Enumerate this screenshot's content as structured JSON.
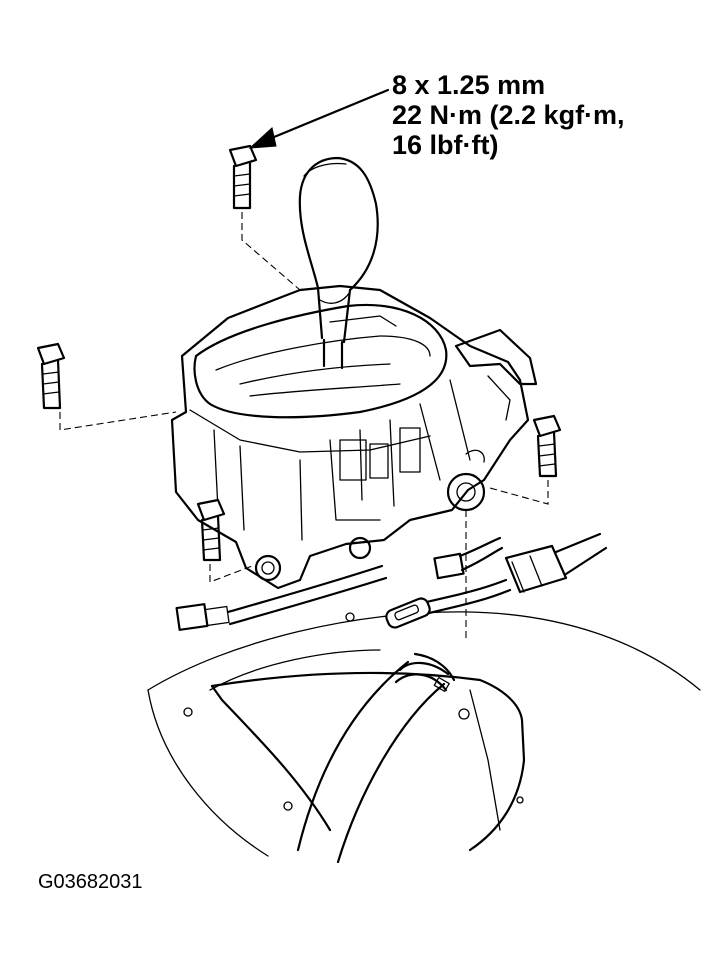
{
  "torque_spec": {
    "line1": "8 x 1.25 mm",
    "line2": "22 N·m (2.2 kgf·m,",
    "line3": "16 lbf·ft)"
  },
  "figure_id": "G03682031",
  "colors": {
    "ink": "#000000",
    "paper": "#ffffff"
  }
}
